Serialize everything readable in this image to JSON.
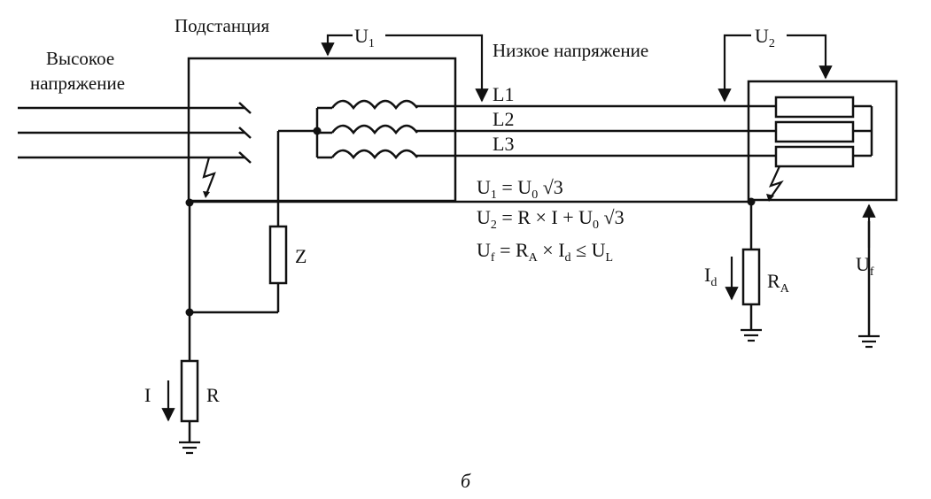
{
  "labels": {
    "high_voltage_line1": "Высокое",
    "high_voltage_line2": "напряжение",
    "substation": "Подстанция",
    "low_voltage": "Низкое напряжение",
    "u1_main": "U",
    "u1_sub": "1",
    "u2_main": "U",
    "u2_sub": "2",
    "l1": "L1",
    "l2": "L2",
    "l3": "L3",
    "z": "Z",
    "r": "R",
    "i": "I",
    "id_main": "I",
    "id_sub": "d",
    "ra_main": "R",
    "ra_sub": "A",
    "uf_main": "U",
    "uf_sub": "f",
    "figure_label": "б"
  },
  "formulas": {
    "f1": {
      "a": "U",
      "a_sub": "1",
      "rest": " = U",
      "b_sub": "0",
      "tail": " √3"
    },
    "f2": {
      "a": "U",
      "a_sub": "2",
      "rest": " = R × I + U",
      "b_sub": "0",
      "tail": " √3"
    },
    "f3": {
      "a": "U",
      "a_sub": "f",
      "rest": " = R",
      "b_sub": "A",
      "mid": " × I",
      "c_sub": "d",
      "tail": " ≤  U",
      "d_sub": "L"
    }
  }
}
